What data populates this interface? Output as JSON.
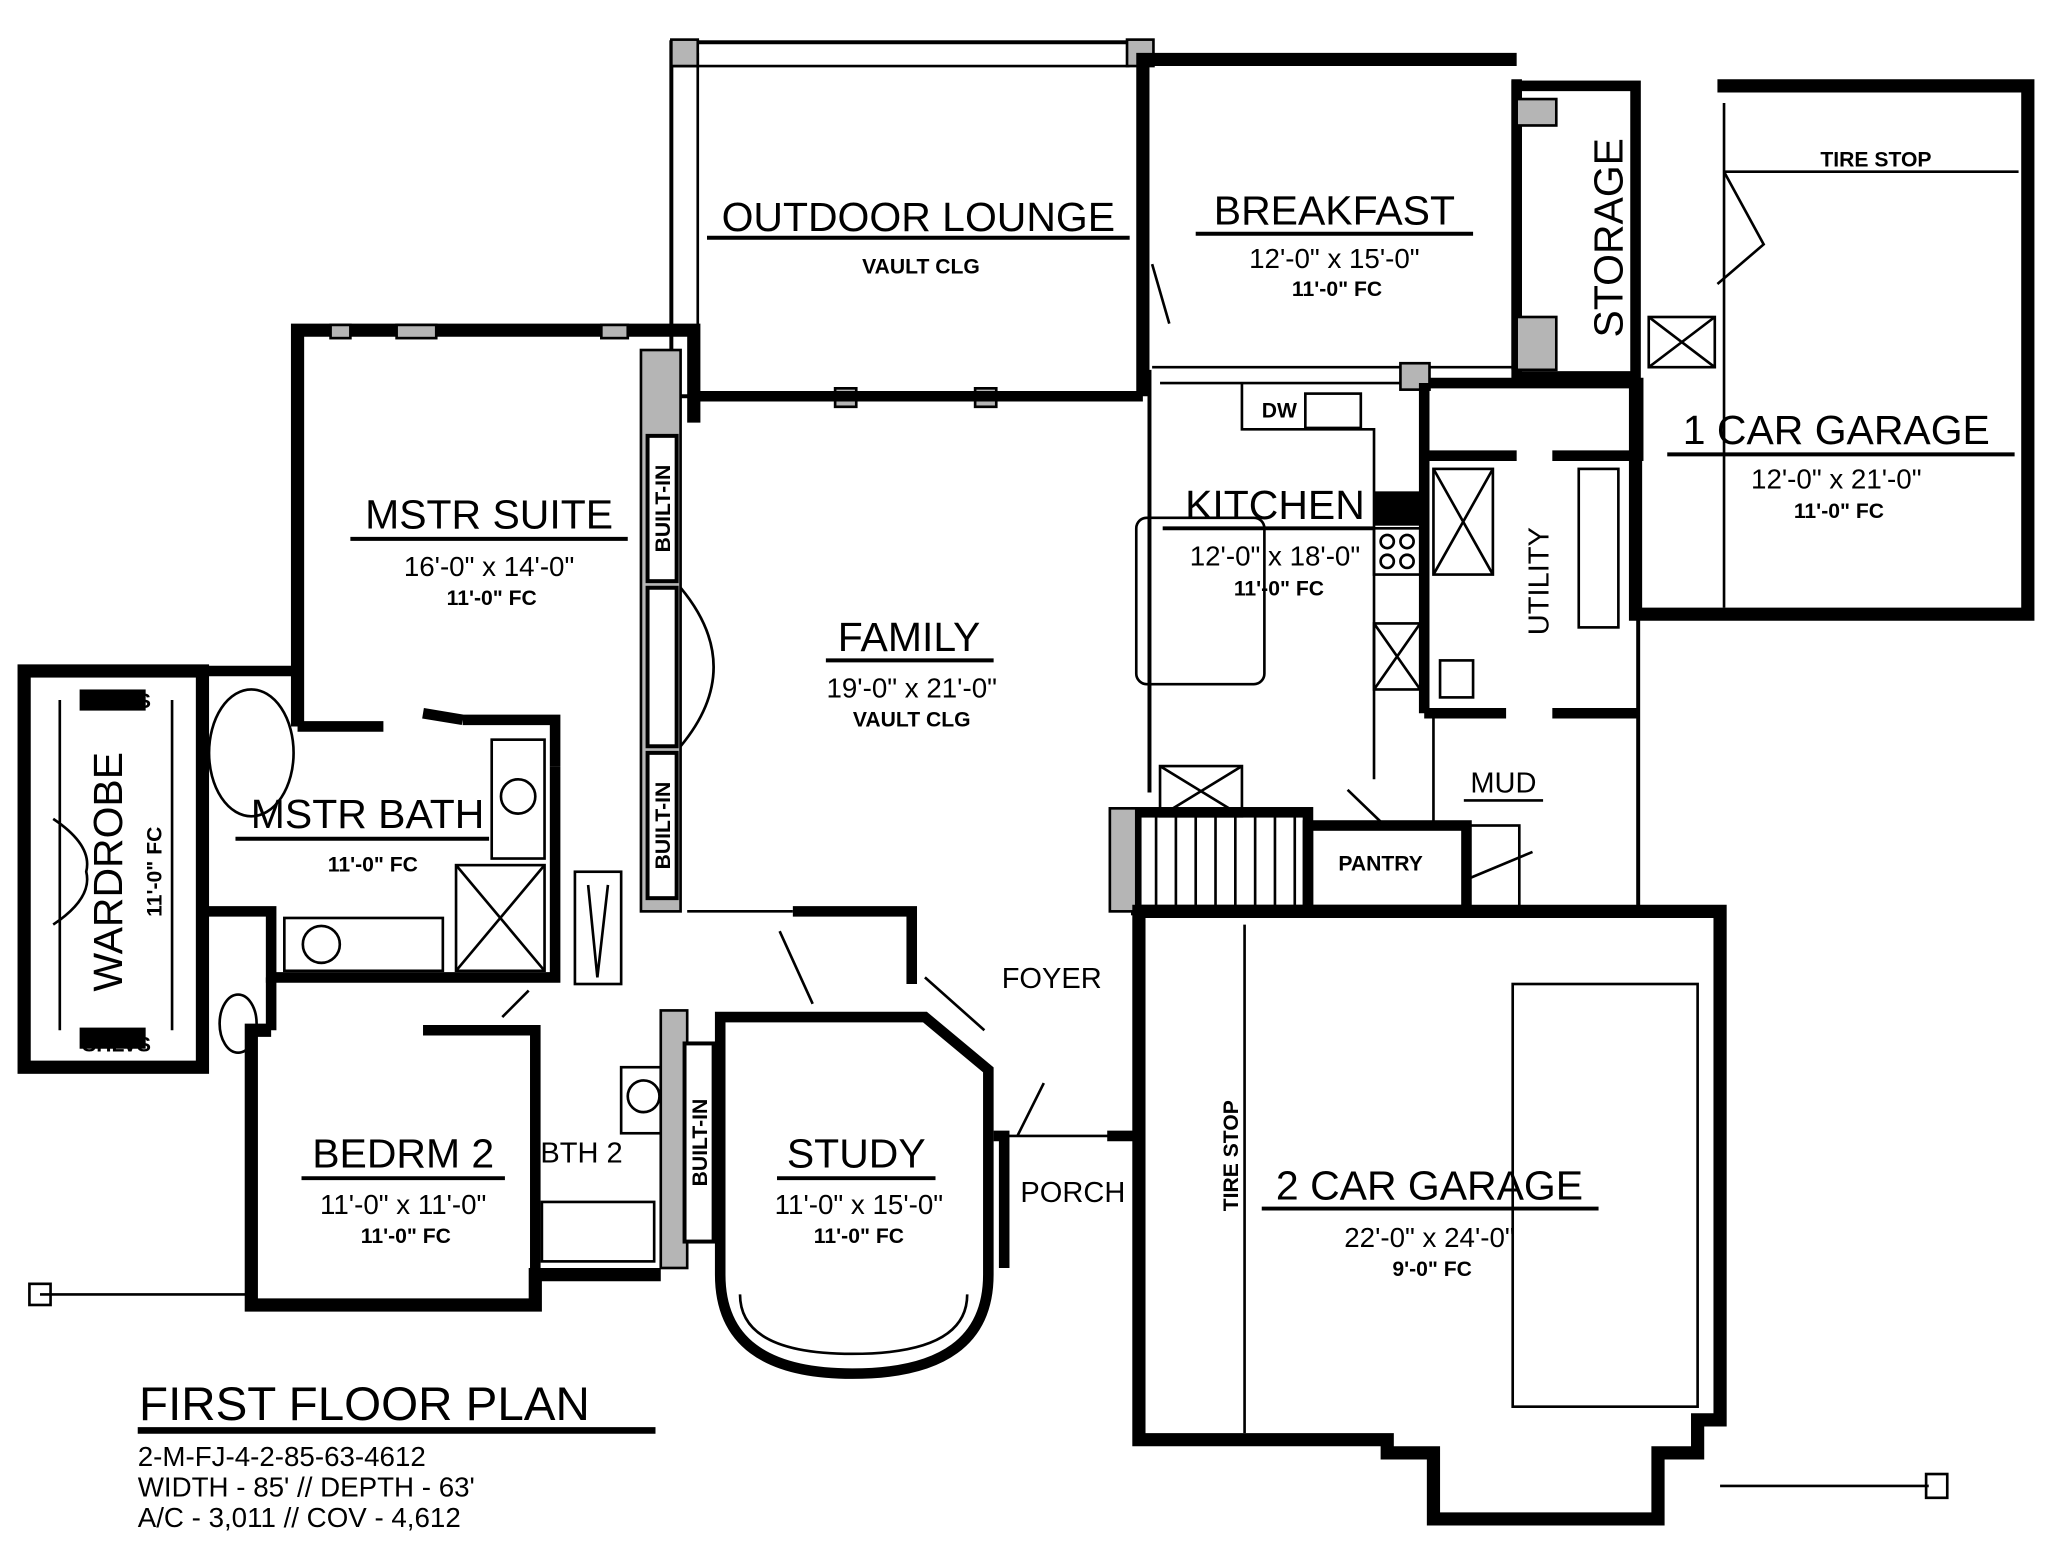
{
  "plan": {
    "title": "FIRST FLOOR PLAN",
    "plan_code": "2-M-FJ-4-2-85-63-4612",
    "dimensions": "WIDTH - 85' // DEPTH - 63'",
    "area": "A/C - 3,011 // COV - 4,612"
  },
  "rooms": {
    "outdoor_lounge": {
      "name": "OUTDOOR LOUNGE",
      "ceiling": "VAULT CLG"
    },
    "breakfast": {
      "name": "BREAKFAST",
      "size": "12'-0\" x 15'-0\"",
      "ceiling": "11'-0\" FC"
    },
    "storage": {
      "name": "STORAGE"
    },
    "garage1": {
      "name": "1 CAR GARAGE",
      "size": "12'-0\" x 21'-0\"",
      "ceiling": "11'-0\" FC",
      "tire_stop": "TIRE STOP"
    },
    "mstr_suite": {
      "name": "MSTR SUITE",
      "size": "16'-0\" x 14'-0\"",
      "ceiling": "11'-0\" FC"
    },
    "family": {
      "name": "FAMILY",
      "size": "19'-0\" x 21'-0\"",
      "ceiling": "VAULT CLG"
    },
    "kitchen": {
      "name": "KITCHEN",
      "size": "12'-0\" x 18'-0\"",
      "ceiling": "11'-0\" FC",
      "dw": "DW"
    },
    "utility": {
      "name": "UTILITY"
    },
    "mud": {
      "name": "MUD"
    },
    "pantry": {
      "name": "PANTRY"
    },
    "wardrobe": {
      "name": "WARDROBE",
      "ceiling": "11'-0\" FC",
      "shelves": "SHLVS"
    },
    "mstr_bath": {
      "name": "MSTR BATH",
      "ceiling": "11'-0\" FC"
    },
    "built_in": "BUILT-IN",
    "foyer": {
      "name": "FOYER"
    },
    "bedrm2": {
      "name": "BEDRM 2",
      "size": "11'-0\" x 11'-0\"",
      "ceiling": "11'-0\" FC"
    },
    "bath2": {
      "name": "BTH 2"
    },
    "study": {
      "name": "STUDY",
      "size": "11'-0\" x 15'-0\"",
      "ceiling": "11'-0\" FC"
    },
    "porch": {
      "name": "PORCH"
    },
    "garage2": {
      "name": "2 CAR GARAGE",
      "size": "22'-0\" x 24'-0\"",
      "ceiling": "9'-0\" FC",
      "tire_stop": "TIRE STOP"
    }
  }
}
